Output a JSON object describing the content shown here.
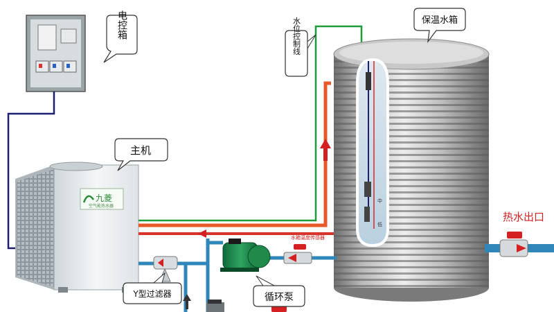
{
  "labels": {
    "control_box": "电控箱",
    "host_unit": "主机",
    "water_tank": "保温水箱",
    "water_level_line": "水位控制线",
    "hot_water_outlet": "热水出口",
    "y_filter": "Y型过滤器",
    "circulation_pump": "循环泵",
    "tank_temp_sensor": "水箱温度传感器",
    "level_high": "中",
    "level_low": "低"
  },
  "brand": {
    "logo_text": "九菱",
    "tagline": "空气能热水器"
  },
  "colors": {
    "hot_pipe": "#e8592a",
    "hot_pipe_line": "#d8342a",
    "cold_pipe": "#2f86b8",
    "level_wire": "#1e9a3c",
    "control_wire": "#1c1f6e",
    "hot_outlet_text": "#d42020",
    "flow_arrow": "#d42020",
    "up_arrow": "#333333"
  }
}
